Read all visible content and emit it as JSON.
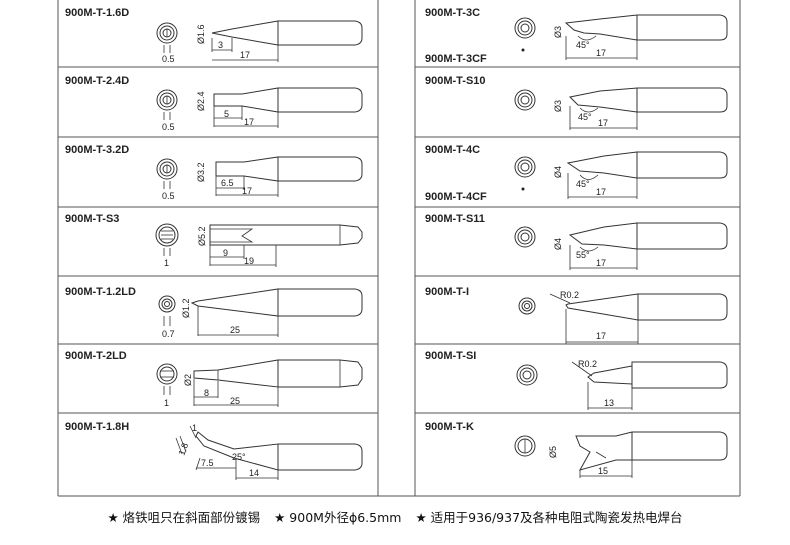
{
  "tips_left": [
    {
      "name": "900M-T-1.6D",
      "section": "0.5",
      "dia": "Ø1.6",
      "dims": [
        "3",
        "17"
      ]
    },
    {
      "name": "900M-T-2.4D",
      "section": "0.5",
      "dia": "Ø2.4",
      "dims": [
        "5",
        "17"
      ]
    },
    {
      "name": "900M-T-3.2D",
      "section": "0.5",
      "dia": "Ø3.2",
      "dims": [
        "6.5",
        "17"
      ]
    },
    {
      "name": "900M-T-S3",
      "section": "1",
      "dia": "Ø5.2",
      "dims": [
        "9",
        "19"
      ]
    },
    {
      "name": "900M-T-1.2LD",
      "section": "0.7",
      "dia": "Ø1.2",
      "dims": [
        "25"
      ]
    },
    {
      "name": "900M-T-2LD",
      "section": "1",
      "dia": "Ø2",
      "dims": [
        "8",
        "25"
      ]
    },
    {
      "name": "900M-T-1.8H",
      "section": "1.8",
      "dia": "1",
      "dims": [
        "7.5",
        "25°",
        "14"
      ]
    }
  ],
  "tips_right": [
    {
      "name": "900M-T-3C",
      "name2": "900M-T-3CF",
      "dia": "Ø3",
      "angle": "45°",
      "dims": [
        "17"
      ]
    },
    {
      "name": "900M-T-S10",
      "dia": "Ø3",
      "angle": "45°",
      "dims": [
        "17"
      ]
    },
    {
      "name": "900M-T-4C",
      "name2": "900M-T-4CF",
      "dia": "Ø4",
      "angle": "45°",
      "dims": [
        "17"
      ]
    },
    {
      "name": "900M-T-S11",
      "dia": "Ø4",
      "angle": "55°",
      "dims": [
        "17"
      ]
    },
    {
      "name": "900M-T-I",
      "radius": "R0.2",
      "dims": [
        "17"
      ]
    },
    {
      "name": "900M-T-SI",
      "radius": "R0.2",
      "dims": [
        "13"
      ]
    },
    {
      "name": "900M-T-K",
      "dia": "Ø5",
      "dims": [
        "15"
      ]
    }
  ],
  "footer": [
    "★ 烙铁咀只在斜面部份镀锡",
    "★ 900M外径ϕ6.5mm",
    "★ 适用于936/937及各种电阻式陶瓷发热电焊台"
  ]
}
